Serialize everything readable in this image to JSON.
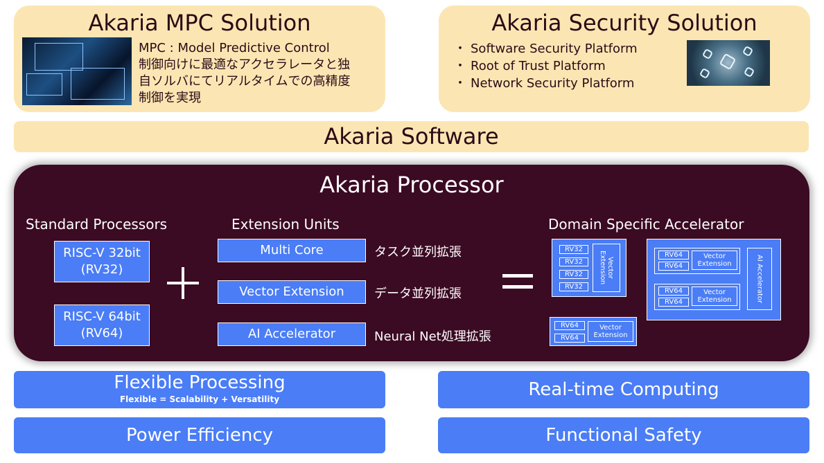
{
  "mpc": {
    "title": "Akaria MPC Solution",
    "lines": [
      "MPC : Model Predictive Control",
      "制御向けに最適なアクセラレータと独",
      "自ソルバにてリアルタイムでの高精度",
      "制御を実現"
    ]
  },
  "security": {
    "title": "Akaria Security Solution",
    "items": [
      "Software Security Platform",
      "Root of Trust Platform",
      "Network Security Platform"
    ]
  },
  "software": {
    "title": "Akaria Software"
  },
  "processor": {
    "title": "Akaria Processor",
    "standard": {
      "heading": "Standard Processors",
      "rv32": [
        "RISC-V 32bit",
        "(RV32)"
      ],
      "rv64": [
        "RISC-V 64bit",
        "(RV64)"
      ]
    },
    "extension": {
      "heading": "Extension Units",
      "units": [
        {
          "label": "Multi Core",
          "note": "タスク並列拡張"
        },
        {
          "label": "Vector Extension",
          "note": "データ並列拡張"
        },
        {
          "label": "AI Accelerator",
          "note": "Neural Net処理拡張"
        }
      ]
    },
    "dsa": {
      "heading": "Domain Specific Accelerator",
      "rv32": "RV32",
      "rv64": "RV64",
      "vector": "Vector Extension",
      "vector_a": "Vector",
      "vector_b": "Extension",
      "ai": "AI Accelerator"
    }
  },
  "features": {
    "flexible": "Flexible Processing",
    "flexible_sub": "Flexible = Scalability + Versatility",
    "realtime": "Real-time Computing",
    "power": "Power Efficiency",
    "safety": "Functional Safety"
  },
  "colors": {
    "cream": "#fbe6b3",
    "maroon": "#3b0a23",
    "blue": "#4a7df6",
    "dark_text": "#2b0a16"
  }
}
